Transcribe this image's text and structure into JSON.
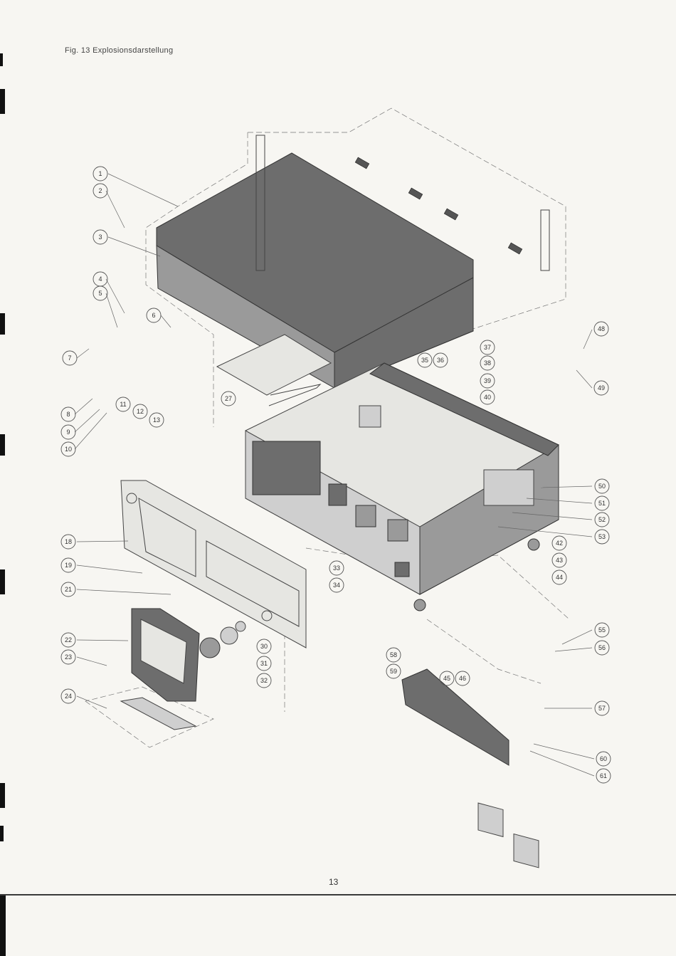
{
  "page": {
    "title": "Fig. 13  Explosionsdarstellung",
    "page_number": "13"
  },
  "callouts": [
    "1",
    "2",
    "3",
    "4",
    "5",
    "6",
    "7",
    "8",
    "9",
    "10",
    "11",
    "12",
    "13",
    "18",
    "19",
    "21",
    "22",
    "23",
    "24",
    "27",
    "30",
    "31",
    "32",
    "33",
    "34",
    "35",
    "36",
    "37",
    "38",
    "39",
    "40",
    "42",
    "43",
    "44",
    "45",
    "46",
    "48",
    "49",
    "50",
    "51",
    "52",
    "53",
    "55",
    "56",
    "57",
    "58",
    "59",
    "60",
    "61"
  ]
}
